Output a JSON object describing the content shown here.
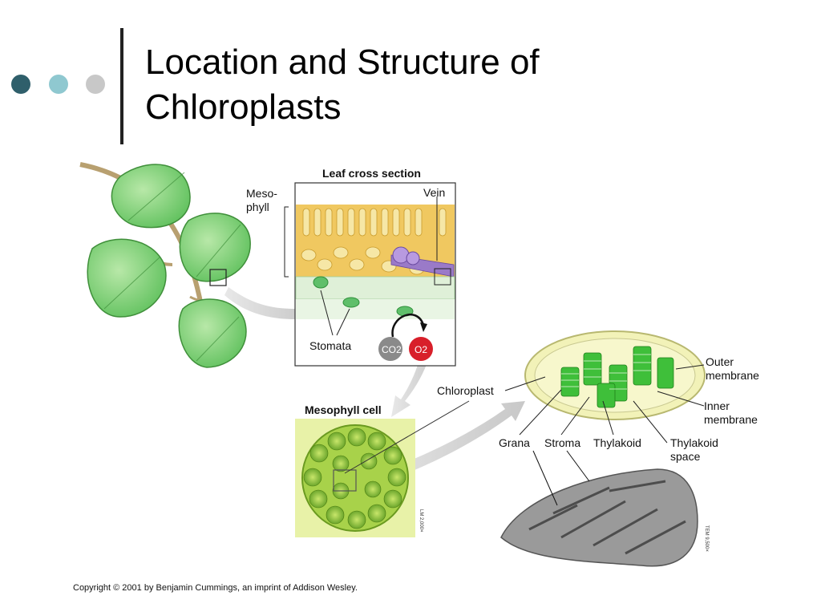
{
  "slide": {
    "title_line1": "Location and Structure of",
    "title_line2": "Chloroplasts",
    "bullet_dots": [
      "#2f5f6b",
      "#8fc8d0",
      "#c8c8c8"
    ]
  },
  "diagram": {
    "leaf_cross_section_title": "Leaf cross section",
    "mesophyll_label": "Meso-\nphyll",
    "vein_label": "Vein",
    "stomata_label": "Stomata",
    "co2_label": "CO2",
    "o2_label": "O2",
    "mesophyll_cell_title": "Mesophyll cell",
    "chloroplast_label": "Chloroplast",
    "outer_membrane_label": "Outer\nmembrane",
    "inner_membrane_label": "Inner\nmembrane",
    "grana_label": "Grana",
    "stroma_label": "Stroma",
    "thylakoid_label": "Thylakoid",
    "thylakoid_space_label": "Thylakoid\nspace",
    "lm_label": "LM 2,000×",
    "tem_label": "TEM 9,500×"
  },
  "footer": {
    "copyright": "Copyright © 2001 by Benjamin Cummings, an imprint of Addison Wesley."
  }
}
